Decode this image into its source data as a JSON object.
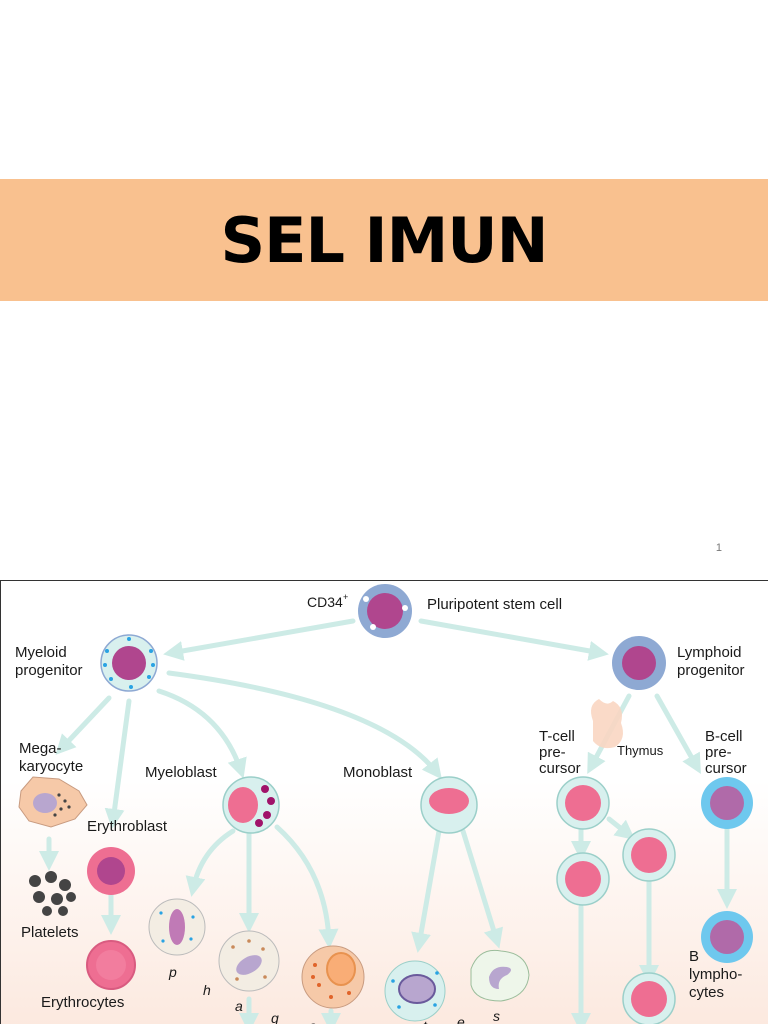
{
  "slide": {
    "title": "SEL IMUN",
    "page_number": "1"
  },
  "figure": {
    "stem_marker": "CD34",
    "stem_marker_sup": "+",
    "stem_cell": "Pluripotent stem cell",
    "myeloid_line1": "Myeloid",
    "myeloid_line2": "progenitor",
    "lymphoid_line1": "Lymphoid",
    "lymphoid_line2": "progenitor",
    "mega_line1": "Mega-",
    "mega_line2": "karyocyte",
    "myeloblast": "Myeloblast",
    "monoblast": "Monoblast",
    "erythroblast": "Erythroblast",
    "platelets": "Platelets",
    "erythrocytes": "Erythrocytes",
    "tcell_line1": "T-cell",
    "tcell_line2": "pre-",
    "tcell_line3": "cursor",
    "thymus": "Thymus",
    "bcell_line1": "B-cell",
    "bcell_line2": "pre-",
    "bcell_line3": "cursor",
    "blymph_line1": "B",
    "blymph_line2": "lympho-",
    "blymph_line3": "cytes",
    "phag_letters": [
      "p",
      "h",
      "a",
      "g",
      "o"
    ],
    "mono_letters": [
      "t",
      "e",
      "s"
    ]
  },
  "colors": {
    "title_band": "#f9c18f",
    "arrow": "#cdebe6",
    "cell_pale": "#d8f0ee",
    "nucleus_pink": "#ee6e92",
    "nucleus_purple": "#b0468e",
    "lymphoid_ring": "#8ea9d3",
    "bcell_ring": "#6ec8ee"
  }
}
